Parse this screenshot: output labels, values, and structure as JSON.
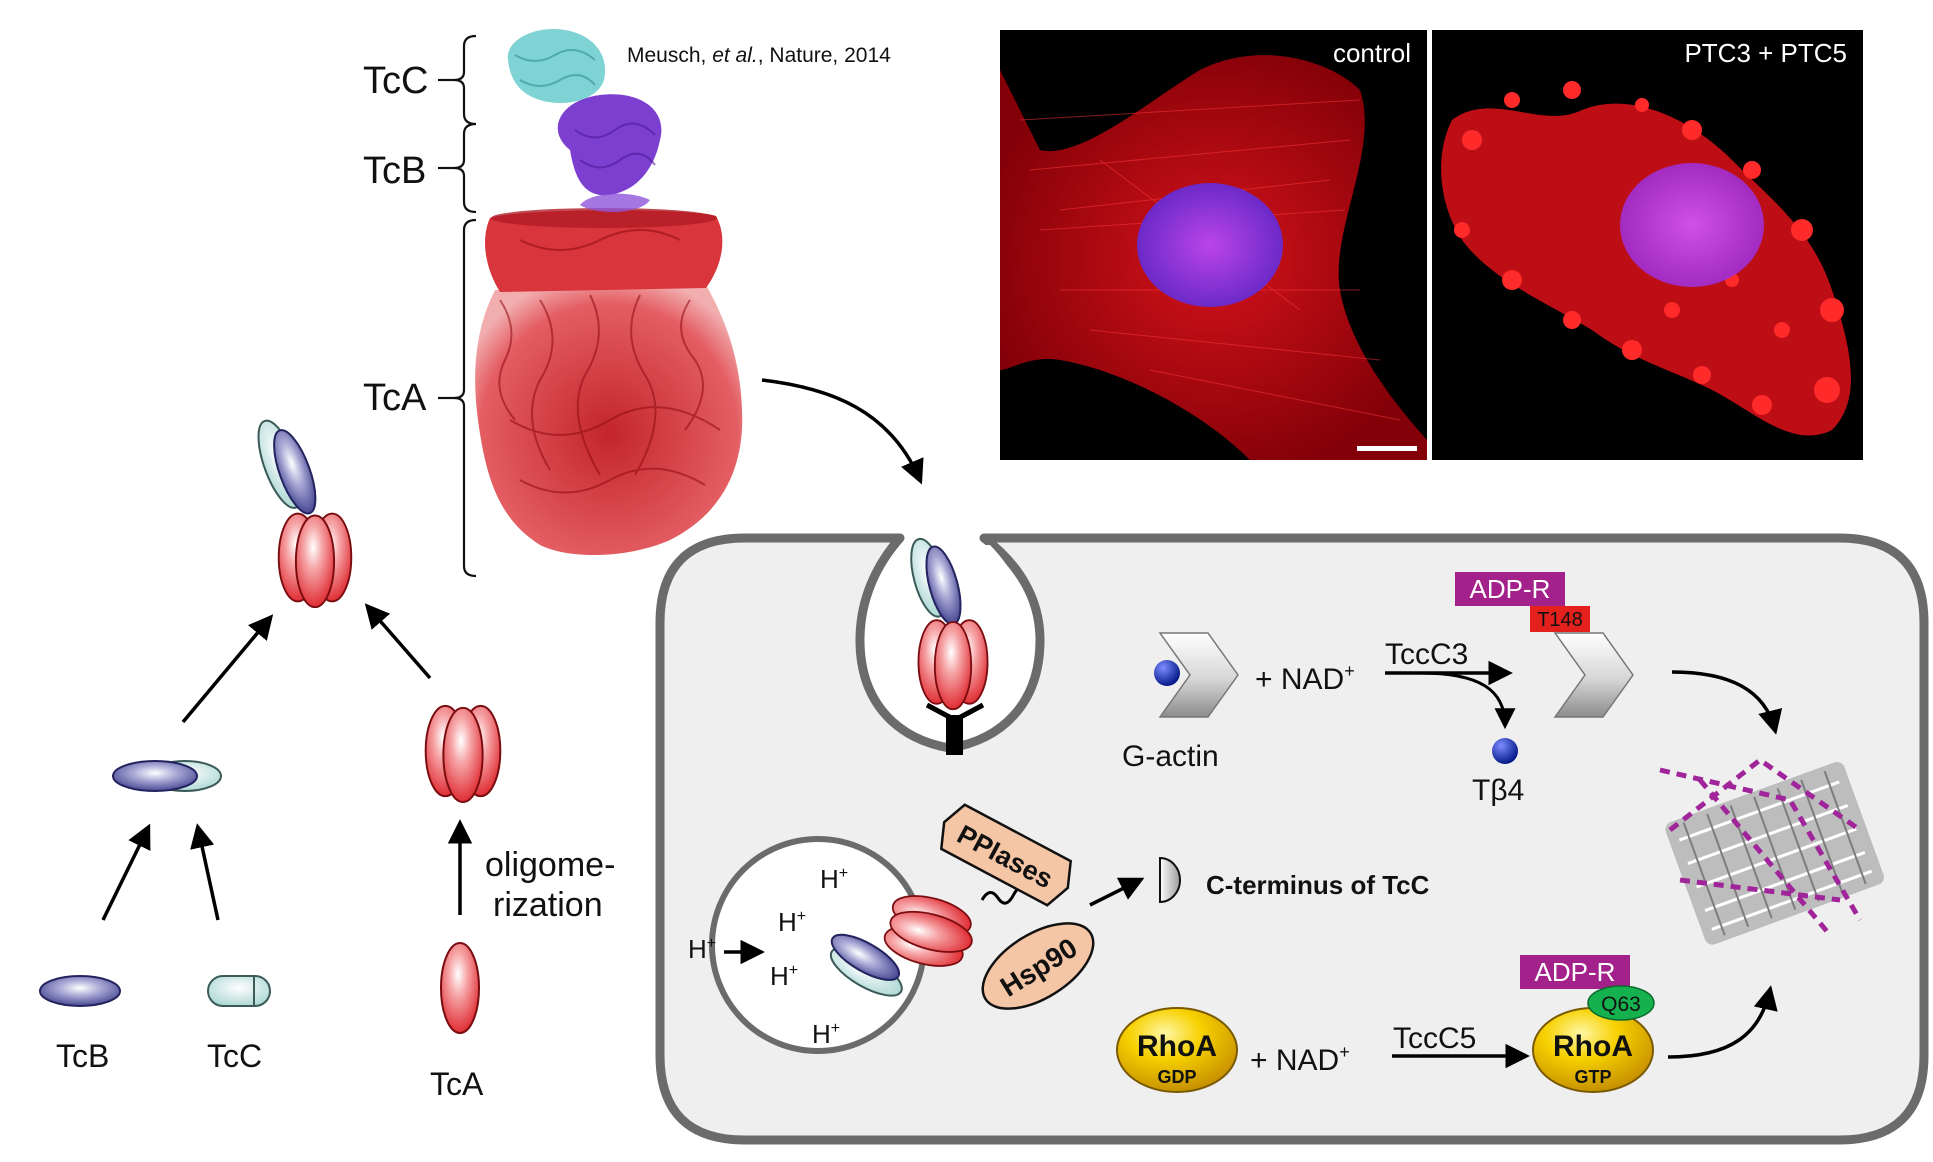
{
  "citation": {
    "authors": "Meusch, ",
    "etal": "et al.",
    "rest": ", Nature, 2014"
  },
  "structure_labels": {
    "tcc": "TcC",
    "tcb": "TcB",
    "tca": "TcA"
  },
  "assembly": {
    "tcb": "TcB",
    "tcc": "TcC",
    "tca": "TcA",
    "oligomerization_line1": "oligome-",
    "oligomerization_line2": "rization"
  },
  "micrographs": {
    "left_label": "control",
    "right_label": "PTC3 + PTC5"
  },
  "cell": {
    "g_actin": "G-actin",
    "nad": "+ NAD",
    "plus_sup": "+",
    "tccc3": "TccC3",
    "adpr": "ADP-R",
    "t148": "T148",
    "tb4": "Tβ4",
    "pplases": "PPIases",
    "hsp90": "Hsp90",
    "cterm": "C-terminus of TcC",
    "h": "H",
    "rhoa": "RhoA",
    "gdp": "GDP",
    "gtp": "GTP",
    "tccc5": "TccC5",
    "q63": "Q63"
  },
  "colors": {
    "tca_red": "#e8343a",
    "tcb_blue": "#3b3c8c",
    "tcc_teal": "#bfe1de",
    "adpr_purple": "#a3218a",
    "t148_red": "#e4201c",
    "q63_green": "#16b14f",
    "rhoa_yellow": "#f2c200",
    "pplases_peach": "#f5c6a5",
    "cell_gray": "#efefef"
  }
}
